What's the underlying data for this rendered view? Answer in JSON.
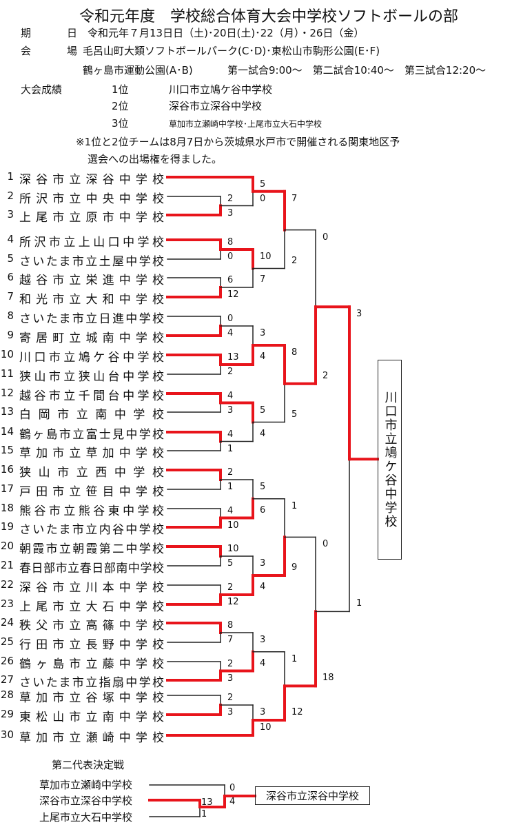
{
  "header": {
    "title": "令和元年度　学校総合体育大会中学校ソフトボールの部",
    "date_label_1": "期",
    "date_label_2": "日",
    "date_value": "令和元年７月13日日（土)･20日(土)･22（月）・26日（金）",
    "venue_label_1": "会",
    "venue_label_2": "場",
    "venue_line1": "毛呂山町大類ソフトボールパーク(C･D)･東松山市駒形公園(E･F)",
    "venue_line2": "鶴ヶ島市運動公園(A･B)",
    "schedule": "第一試合9:00～　第二試合10:40～　第三試合12:20～",
    "results_label": "大会成績",
    "results": [
      {
        "rank": "1位",
        "school": "川口市立鳩ケ谷中学校"
      },
      {
        "rank": "2位",
        "school": "深谷市立深谷中学校"
      },
      {
        "rank": "3位",
        "school": "草加市立瀬崎中学校･上尾市立大石中学校"
      }
    ],
    "note_line1": "※1位と2位チームは8月7日から茨城県水戸市で開催される関東地区予",
    "note_line2": "選会への出場権を得ました。"
  },
  "teams": [
    {
      "no": "1",
      "name": "深谷市立深谷中学校"
    },
    {
      "no": "2",
      "name": "所沢市立中央中学校"
    },
    {
      "no": "3",
      "name": "上尾市立原市中学校"
    },
    {
      "no": "4",
      "name": "所沢市立上山口中学校"
    },
    {
      "no": "5",
      "name": "さいたま市立土屋中学校"
    },
    {
      "no": "6",
      "name": "越谷市立栄進中学校"
    },
    {
      "no": "7",
      "name": "和光市立大和中学校"
    },
    {
      "no": "8",
      "name": "さいたま市立日進中学校"
    },
    {
      "no": "9",
      "name": "寄居町立城南中学校"
    },
    {
      "no": "10",
      "name": "川口市立鳩ケ谷中学校"
    },
    {
      "no": "11",
      "name": "狭山市立狭山台中学校"
    },
    {
      "no": "12",
      "name": "越谷市立千間台中学校"
    },
    {
      "no": "13",
      "name": "白岡市立南中学校"
    },
    {
      "no": "14",
      "name": "鶴ヶ島市立富士見中学校"
    },
    {
      "no": "15",
      "name": "草加市立草加中学校"
    },
    {
      "no": "16",
      "name": "狭山市立西中学校"
    },
    {
      "no": "17",
      "name": "戸田市立笹目中学校"
    },
    {
      "no": "18",
      "name": "熊谷市立熊谷東中学校"
    },
    {
      "no": "19",
      "name": "さいたま市立内谷中学校"
    },
    {
      "no": "20",
      "name": "朝霞市立朝霞第二中学校"
    },
    {
      "no": "21",
      "name": "春日部市立春日部南中学校"
    },
    {
      "no": "22",
      "name": "深谷市立川本中学校"
    },
    {
      "no": "23",
      "name": "上尾市立大石中学校"
    },
    {
      "no": "24",
      "name": "秩父市立高篠中学校"
    },
    {
      "no": "25",
      "name": "行田市立長野中学校"
    },
    {
      "no": "26",
      "name": "鶴ヶ島市立藤中学校"
    },
    {
      "no": "27",
      "name": "さいたま市立指扇中学校"
    },
    {
      "no": "28",
      "name": "草加市立谷塚中学校"
    },
    {
      "no": "29",
      "name": "東松山市立南中学校"
    },
    {
      "no": "30",
      "name": "草加市立瀬崎中学校"
    }
  ],
  "matches": [
    {
      "scores": [
        "2",
        "3"
      ]
    },
    {
      "scores": [
        "5",
        "0"
      ]
    },
    {
      "scores": [
        "8",
        "0"
      ]
    },
    {
      "scores": [
        "6",
        "12"
      ]
    },
    {
      "scores": [
        "10",
        "7"
      ]
    },
    {
      "scores": [
        "7",
        "2"
      ]
    },
    {
      "scores": [
        "0",
        "4"
      ]
    },
    {
      "scores": [
        "13",
        "2"
      ]
    },
    {
      "scores": [
        "3",
        "4"
      ]
    },
    {
      "scores": [
        "4",
        "3"
      ]
    },
    {
      "scores": [
        "4",
        "1"
      ]
    },
    {
      "scores": [
        "5",
        "4"
      ]
    },
    {
      "scores": [
        "8",
        "5"
      ]
    },
    {
      "scores": [
        "0",
        "2"
      ]
    },
    {
      "scores": [
        "2",
        "1"
      ]
    },
    {
      "scores": [
        "4",
        "10"
      ]
    },
    {
      "scores": [
        "5",
        "6"
      ]
    },
    {
      "scores": [
        "10",
        "5"
      ]
    },
    {
      "scores": [
        "2",
        "12"
      ]
    },
    {
      "scores": [
        "3",
        "4"
      ]
    },
    {
      "scores": [
        "1",
        "9"
      ]
    },
    {
      "scores": [
        "8",
        "7"
      ]
    },
    {
      "scores": [
        "2",
        "3"
      ]
    },
    {
      "scores": [
        "3",
        "4"
      ]
    },
    {
      "scores": [
        "2",
        "3"
      ]
    },
    {
      "scores": [
        "3",
        "10"
      ]
    },
    {
      "scores": [
        "1",
        "12"
      ]
    },
    {
      "scores": [
        "0",
        "18"
      ]
    },
    {
      "scores": [
        "3",
        "1"
      ]
    }
  ],
  "champion": "川口市立鳩ケ谷中学校",
  "second_rep": {
    "title": "第二代表決定戦",
    "teams": [
      "草加市立瀬崎中学校",
      "深谷市立深谷中学校",
      "上尾市立大石中学校"
    ],
    "semi_scores": [
      "13",
      "1"
    ],
    "final_scores": [
      "0",
      "4"
    ],
    "winner": "深谷市立深谷中学校"
  },
  "colors": {
    "winner_line": "#e8141b",
    "loser_line": "#222222"
  }
}
